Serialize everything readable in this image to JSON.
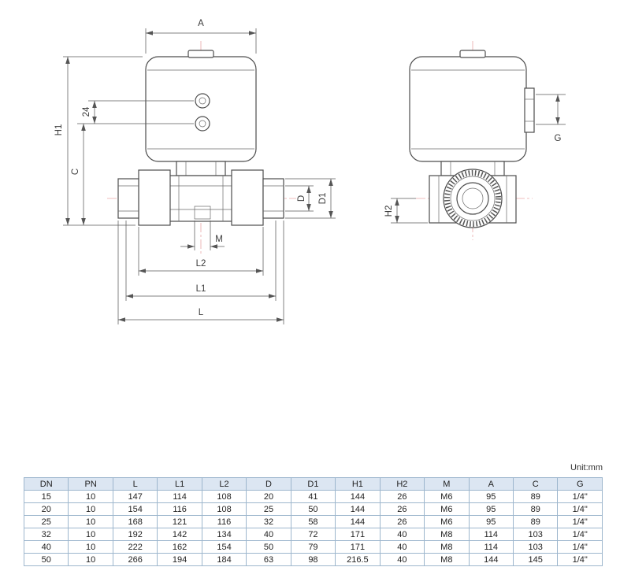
{
  "unit_label": "Unit:mm",
  "drawing": {
    "front": {
      "a": "A",
      "h1": "H1",
      "c": "C",
      "n24": "24",
      "d": "D",
      "d1": "D1",
      "m": "M",
      "l2": "L2",
      "l1": "L1",
      "l": "L"
    },
    "side": {
      "g": "G",
      "h2": "H2"
    }
  },
  "table": {
    "headers": [
      "DN",
      "PN",
      "L",
      "L1",
      "L2",
      "D",
      "D1",
      "H1",
      "H2",
      "M",
      "A",
      "C",
      "G"
    ],
    "rows": [
      [
        "15",
        "10",
        "147",
        "114",
        "108",
        "20",
        "41",
        "144",
        "26",
        "M6",
        "95",
        "89",
        "1/4\""
      ],
      [
        "20",
        "10",
        "154",
        "116",
        "108",
        "25",
        "50",
        "144",
        "26",
        "M6",
        "95",
        "89",
        "1/4\""
      ],
      [
        "25",
        "10",
        "168",
        "121",
        "116",
        "32",
        "58",
        "144",
        "26",
        "M6",
        "95",
        "89",
        "1/4\""
      ],
      [
        "32",
        "10",
        "192",
        "142",
        "134",
        "40",
        "72",
        "171",
        "40",
        "M8",
        "114",
        "103",
        "1/4\""
      ],
      [
        "40",
        "10",
        "222",
        "162",
        "154",
        "50",
        "79",
        "171",
        "40",
        "M8",
        "114",
        "103",
        "1/4\""
      ],
      [
        "50",
        "10",
        "266",
        "194",
        "184",
        "63",
        "98",
        "216.5",
        "40",
        "M8",
        "144",
        "145",
        "1/4\""
      ]
    ]
  },
  "colors": {
    "object_line": "#4d4d4d",
    "dimension_line": "#5a5a5a",
    "centerline": "#eaa8a8",
    "table_border": "#9db6cd",
    "table_header_bg": "#dce6f2"
  }
}
